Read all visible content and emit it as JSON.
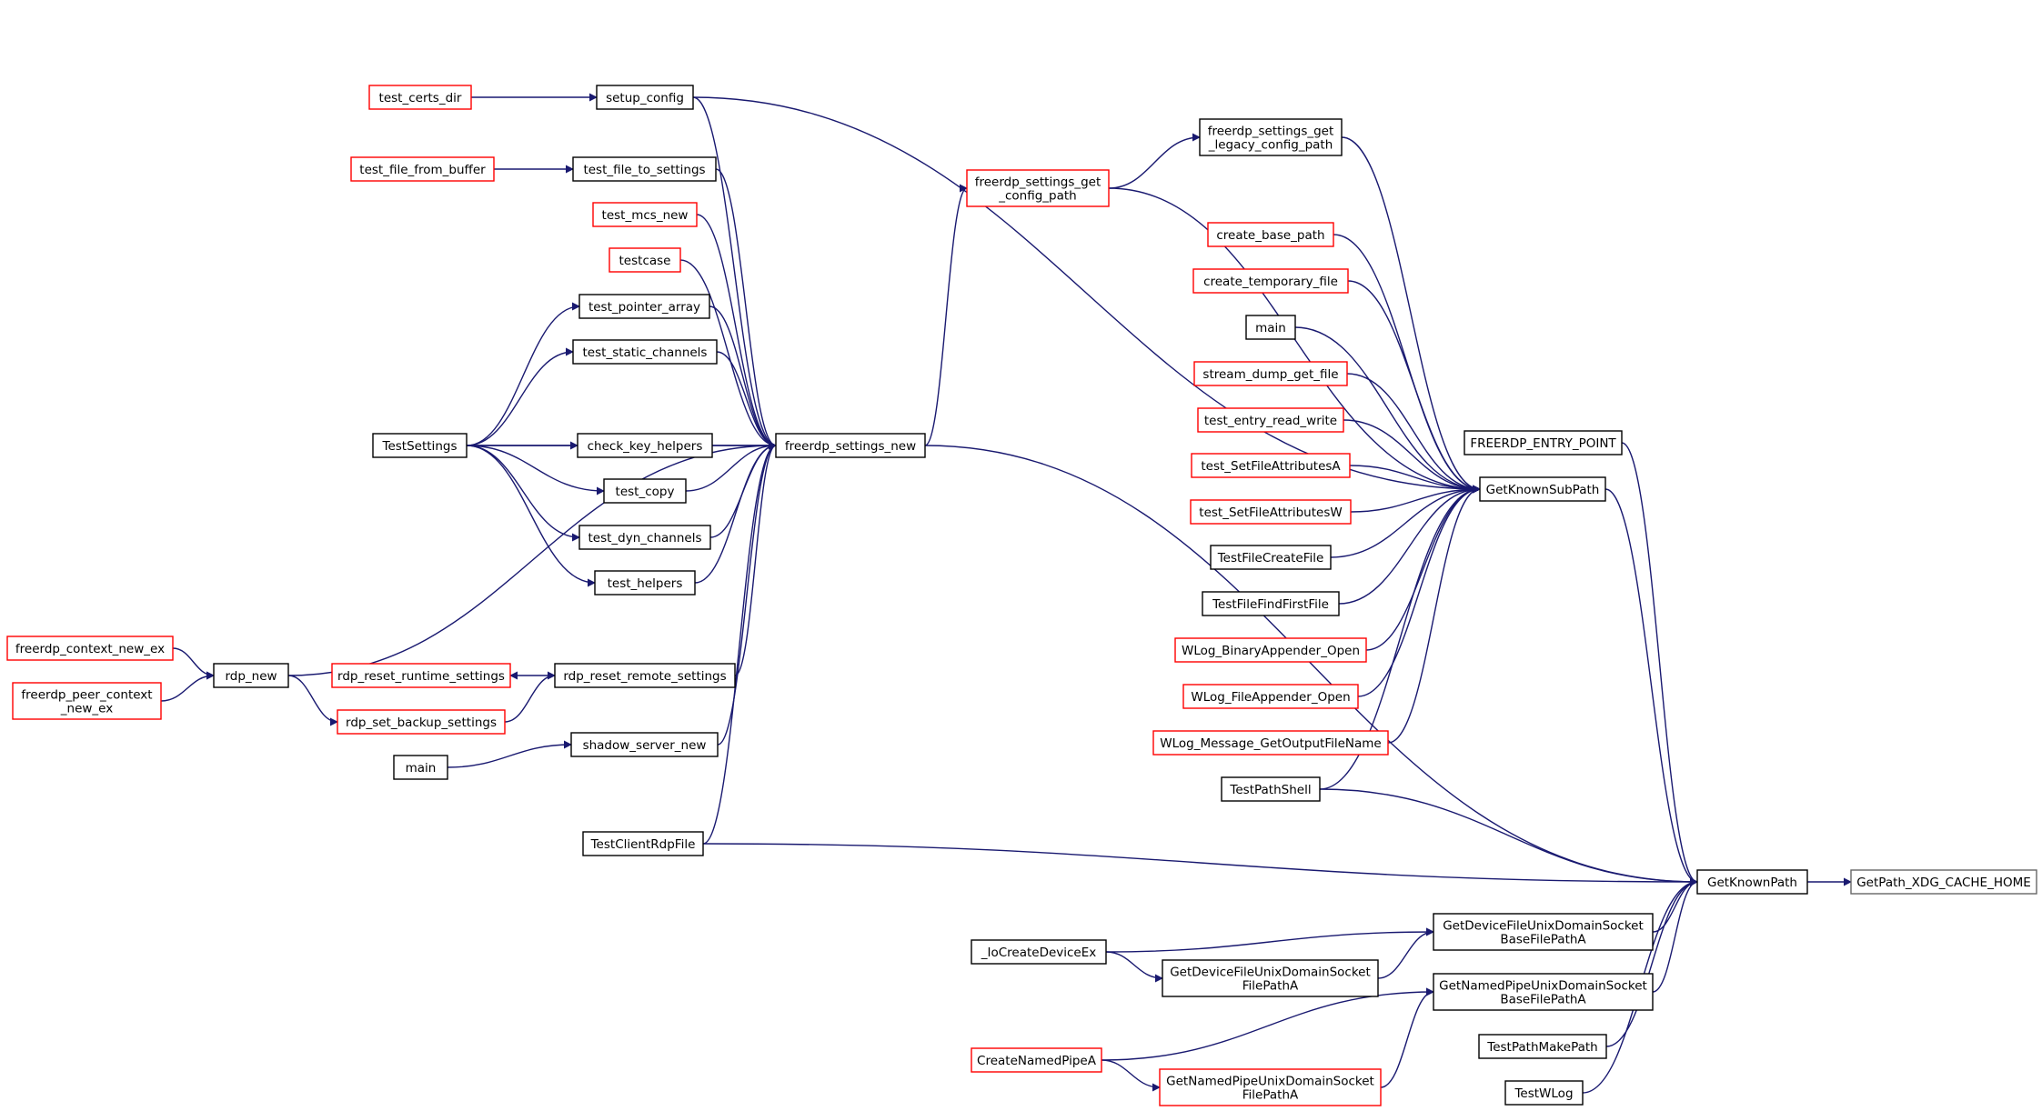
{
  "colors": {
    "edge": "#191970",
    "border_normal": "#000000",
    "border_truncated": "#ff0000",
    "root_fill": "#bfbfbf",
    "node_fill": "#ffffff"
  },
  "nodes": [
    {
      "id": "root",
      "lines": [
        "GetPath_XDG_CACHE_HOME"
      ],
      "kind": "root"
    },
    {
      "id": "gkp",
      "lines": [
        "GetKnownPath"
      ],
      "kind": "normal"
    },
    {
      "id": "gksp",
      "lines": [
        "GetKnownSubPath"
      ],
      "kind": "normal"
    },
    {
      "id": "fep",
      "lines": [
        "FREERDP_ENTRY_POINT"
      ],
      "kind": "normal"
    },
    {
      "id": "tcrf",
      "lines": [
        "TestClientRdpFile"
      ],
      "kind": "normal"
    },
    {
      "id": "gdfbase",
      "lines": [
        "GetDeviceFileUnixDomainSocket",
        "BaseFilePathA"
      ],
      "kind": "normal"
    },
    {
      "id": "gnpbase",
      "lines": [
        "GetNamedPipeUnixDomainSocket",
        "BaseFilePathA"
      ],
      "kind": "normal"
    },
    {
      "id": "tpmp",
      "lines": [
        "TestPathMakePath"
      ],
      "kind": "normal"
    },
    {
      "id": "twlog",
      "lines": [
        "TestWLog"
      ],
      "kind": "normal"
    },
    {
      "id": "iocde",
      "lines": [
        "_IoCreateDeviceEx"
      ],
      "kind": "normal"
    },
    {
      "id": "gdffp",
      "lines": [
        "GetDeviceFileUnixDomainSocket",
        "FilePathA"
      ],
      "kind": "normal"
    },
    {
      "id": "cnpa",
      "lines": [
        "CreateNamedPipeA"
      ],
      "kind": "truncated"
    },
    {
      "id": "gnpfp",
      "lines": [
        "GetNamedPipeUnixDomainSocket",
        "FilePathA"
      ],
      "kind": "truncated"
    },
    {
      "id": "fsglcp",
      "lines": [
        "freerdp_settings_get",
        "_legacy_config_path"
      ],
      "kind": "normal"
    },
    {
      "id": "fsgcp",
      "lines": [
        "freerdp_settings_get",
        "_config_path"
      ],
      "kind": "truncated"
    },
    {
      "id": "cbp",
      "lines": [
        "create_base_path"
      ],
      "kind": "truncated"
    },
    {
      "id": "ctf",
      "lines": [
        "create_temporary_file"
      ],
      "kind": "truncated"
    },
    {
      "id": "main1",
      "lines": [
        "main"
      ],
      "kind": "normal"
    },
    {
      "id": "sdgf",
      "lines": [
        "stream_dump_get_file"
      ],
      "kind": "truncated"
    },
    {
      "id": "terw",
      "lines": [
        "test_entry_read_write"
      ],
      "kind": "truncated"
    },
    {
      "id": "tsfaa",
      "lines": [
        "test_SetFileAttributesA"
      ],
      "kind": "truncated"
    },
    {
      "id": "tsfaw",
      "lines": [
        "test_SetFileAttributesW"
      ],
      "kind": "truncated"
    },
    {
      "id": "tfcf",
      "lines": [
        "TestFileCreateFile"
      ],
      "kind": "normal"
    },
    {
      "id": "tfff",
      "lines": [
        "TestFileFindFirstFile"
      ],
      "kind": "normal"
    },
    {
      "id": "wbao",
      "lines": [
        "WLog_BinaryAppender_Open"
      ],
      "kind": "truncated"
    },
    {
      "id": "wfao",
      "lines": [
        "WLog_FileAppender_Open"
      ],
      "kind": "truncated"
    },
    {
      "id": "wmgofn",
      "lines": [
        "WLog_Message_GetOutputFileName"
      ],
      "kind": "truncated"
    },
    {
      "id": "tps",
      "lines": [
        "TestPathShell"
      ],
      "kind": "normal"
    },
    {
      "id": "fsn",
      "lines": [
        "freerdp_settings_new"
      ],
      "kind": "normal"
    },
    {
      "id": "setup",
      "lines": [
        "setup_config"
      ],
      "kind": "normal"
    },
    {
      "id": "tcd",
      "lines": [
        "test_certs_dir"
      ],
      "kind": "truncated"
    },
    {
      "id": "tfts",
      "lines": [
        "test_file_to_settings"
      ],
      "kind": "normal"
    },
    {
      "id": "tffb",
      "lines": [
        "test_file_from_buffer"
      ],
      "kind": "truncated"
    },
    {
      "id": "tmn",
      "lines": [
        "test_mcs_new"
      ],
      "kind": "truncated"
    },
    {
      "id": "tcase",
      "lines": [
        "testcase"
      ],
      "kind": "truncated"
    },
    {
      "id": "tpa",
      "lines": [
        "test_pointer_array"
      ],
      "kind": "normal"
    },
    {
      "id": "tsc",
      "lines": [
        "test_static_channels"
      ],
      "kind": "normal"
    },
    {
      "id": "ts",
      "lines": [
        "TestSettings"
      ],
      "kind": "normal"
    },
    {
      "id": "ckh",
      "lines": [
        "check_key_helpers"
      ],
      "kind": "normal"
    },
    {
      "id": "tcopy",
      "lines": [
        "test_copy"
      ],
      "kind": "normal"
    },
    {
      "id": "tdc",
      "lines": [
        "test_dyn_channels"
      ],
      "kind": "normal"
    },
    {
      "id": "th",
      "lines": [
        "test_helpers"
      ],
      "kind": "normal"
    },
    {
      "id": "rdpnew",
      "lines": [
        "rdp_new"
      ],
      "kind": "normal"
    },
    {
      "id": "fcne",
      "lines": [
        "freerdp_context_new_ex"
      ],
      "kind": "truncated"
    },
    {
      "id": "fpcne",
      "lines": [
        "freerdp_peer_context",
        "_new_ex"
      ],
      "kind": "truncated"
    },
    {
      "id": "rrrs",
      "lines": [
        "rdp_reset_remote_settings"
      ],
      "kind": "normal"
    },
    {
      "id": "rrrt",
      "lines": [
        "rdp_reset_runtime_settings"
      ],
      "kind": "truncated"
    },
    {
      "id": "rsbs",
      "lines": [
        "rdp_set_backup_settings"
      ],
      "kind": "truncated"
    },
    {
      "id": "ssn",
      "lines": [
        "shadow_server_new"
      ],
      "kind": "normal"
    },
    {
      "id": "main2",
      "lines": [
        "main"
      ],
      "kind": "normal"
    }
  ],
  "edges": [
    {
      "from": "gkp",
      "to": "root"
    },
    {
      "from": "gksp",
      "to": "gkp"
    },
    {
      "from": "fep",
      "to": "gkp"
    },
    {
      "from": "tps",
      "to": "gkp"
    },
    {
      "from": "fsn",
      "to": "gkp"
    },
    {
      "from": "tcrf",
      "to": "gkp"
    },
    {
      "from": "gdfbase",
      "to": "gkp"
    },
    {
      "from": "gnpbase",
      "to": "gkp"
    },
    {
      "from": "tpmp",
      "to": "gkp"
    },
    {
      "from": "twlog",
      "to": "gkp"
    },
    {
      "from": "iocde",
      "to": "gdfbase"
    },
    {
      "from": "gdffp",
      "to": "gdfbase"
    },
    {
      "from": "iocde",
      "to": "gdffp"
    },
    {
      "from": "cnpa",
      "to": "gnpbase"
    },
    {
      "from": "gnpfp",
      "to": "gnpbase"
    },
    {
      "from": "cnpa",
      "to": "gnpfp"
    },
    {
      "from": "setup",
      "to": "gksp"
    },
    {
      "from": "fsglcp",
      "to": "gksp"
    },
    {
      "from": "fsgcp",
      "to": "gksp"
    },
    {
      "from": "cbp",
      "to": "gksp"
    },
    {
      "from": "ctf",
      "to": "gksp"
    },
    {
      "from": "main1",
      "to": "gksp"
    },
    {
      "from": "sdgf",
      "to": "gksp"
    },
    {
      "from": "terw",
      "to": "gksp"
    },
    {
      "from": "tsfaa",
      "to": "gksp"
    },
    {
      "from": "tsfaw",
      "to": "gksp"
    },
    {
      "from": "tfcf",
      "to": "gksp"
    },
    {
      "from": "tfff",
      "to": "gksp"
    },
    {
      "from": "wbao",
      "to": "gksp"
    },
    {
      "from": "wfao",
      "to": "gksp"
    },
    {
      "from": "wmgofn",
      "to": "gksp"
    },
    {
      "from": "tps",
      "to": "gksp"
    },
    {
      "from": "fsgcp",
      "to": "fsglcp"
    },
    {
      "from": "fsn",
      "to": "fsgcp"
    },
    {
      "from": "setup",
      "to": "fsn"
    },
    {
      "from": "tfts",
      "to": "fsn"
    },
    {
      "from": "tmn",
      "to": "fsn"
    },
    {
      "from": "tcase",
      "to": "fsn"
    },
    {
      "from": "tpa",
      "to": "fsn"
    },
    {
      "from": "tsc",
      "to": "fsn"
    },
    {
      "from": "ts",
      "to": "fsn"
    },
    {
      "from": "ckh",
      "to": "fsn"
    },
    {
      "from": "tcopy",
      "to": "fsn"
    },
    {
      "from": "tdc",
      "to": "fsn"
    },
    {
      "from": "th",
      "to": "fsn"
    },
    {
      "from": "rdpnew",
      "to": "fsn"
    },
    {
      "from": "rrrs",
      "to": "fsn"
    },
    {
      "from": "ssn",
      "to": "fsn"
    },
    {
      "from": "tcrf",
      "to": "fsn"
    },
    {
      "from": "tcd",
      "to": "setup"
    },
    {
      "from": "tffb",
      "to": "tfts"
    },
    {
      "from": "ts",
      "to": "tpa"
    },
    {
      "from": "ts",
      "to": "tsc"
    },
    {
      "from": "ts",
      "to": "ckh"
    },
    {
      "from": "ts",
      "to": "tcopy"
    },
    {
      "from": "ts",
      "to": "tdc"
    },
    {
      "from": "ts",
      "to": "th"
    },
    {
      "from": "fcne",
      "to": "rdpnew"
    },
    {
      "from": "fpcne",
      "to": "rdpnew"
    },
    {
      "from": "rdpnew",
      "to": "rsbs"
    },
    {
      "from": "rsbs",
      "to": "rrrs"
    },
    {
      "from": "rrrs",
      "to": "rrrt"
    },
    {
      "from": "main2",
      "to": "ssn"
    }
  ]
}
